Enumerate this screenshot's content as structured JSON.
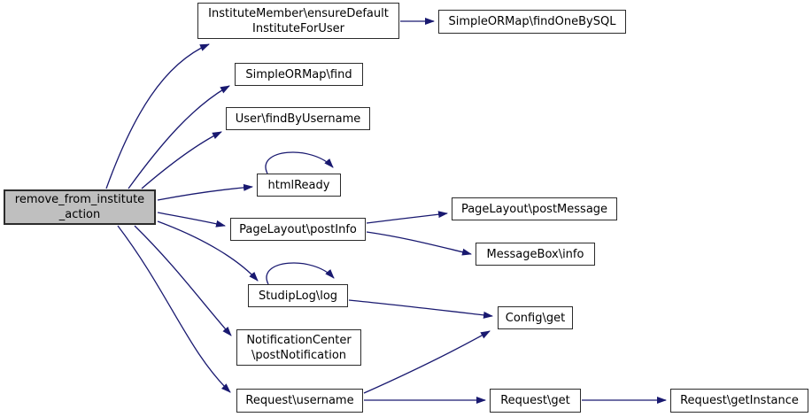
{
  "diagram": {
    "kind": "doxygen-call-graph",
    "edge_color": "#191970",
    "node_border_color": "#2b2b2b",
    "node_fill": "#ffffff",
    "highlight_fill": "#bfbfbf",
    "text_color": "#000000",
    "nodes": [
      {
        "id": "remove_from_institute_action",
        "lines": [
          "remove_from_institute",
          "_action"
        ],
        "highlighted": true
      },
      {
        "id": "ensure_default_institute_for_user",
        "lines": [
          "InstituteMember\\ensureDefault",
          "InstituteForUser"
        ],
        "highlighted": false
      },
      {
        "id": "find_one_by_sql",
        "lines": [
          "SimpleORMap\\findOneBySQL"
        ],
        "highlighted": false
      },
      {
        "id": "simple_ormap_find",
        "lines": [
          "SimpleORMap\\find"
        ],
        "highlighted": false
      },
      {
        "id": "find_by_username",
        "lines": [
          "User\\findByUsername"
        ],
        "highlighted": false
      },
      {
        "id": "html_ready",
        "lines": [
          "htmlReady"
        ],
        "highlighted": false
      },
      {
        "id": "page_layout_post_info",
        "lines": [
          "PageLayout\\postInfo"
        ],
        "highlighted": false
      },
      {
        "id": "page_layout_post_message",
        "lines": [
          "PageLayout\\postMessage"
        ],
        "highlighted": false
      },
      {
        "id": "message_box_info",
        "lines": [
          "MessageBox\\info"
        ],
        "highlighted": false
      },
      {
        "id": "studip_log_log",
        "lines": [
          "StudipLog\\log"
        ],
        "highlighted": false
      },
      {
        "id": "config_get",
        "lines": [
          "Config\\get"
        ],
        "highlighted": false
      },
      {
        "id": "notification_center_post_notification",
        "lines": [
          "NotificationCenter",
          "\\postNotification"
        ],
        "highlighted": false
      },
      {
        "id": "request_username",
        "lines": [
          "Request\\username"
        ],
        "highlighted": false
      },
      {
        "id": "request_get",
        "lines": [
          "Request\\get"
        ],
        "highlighted": false
      },
      {
        "id": "request_get_instance",
        "lines": [
          "Request\\getInstance"
        ],
        "highlighted": false
      }
    ],
    "edges": [
      {
        "from": "remove_from_institute_action",
        "to": "ensure_default_institute_for_user"
      },
      {
        "from": "remove_from_institute_action",
        "to": "simple_ormap_find"
      },
      {
        "from": "remove_from_institute_action",
        "to": "find_by_username"
      },
      {
        "from": "remove_from_institute_action",
        "to": "html_ready"
      },
      {
        "from": "remove_from_institute_action",
        "to": "page_layout_post_info"
      },
      {
        "from": "remove_from_institute_action",
        "to": "studip_log_log"
      },
      {
        "from": "remove_from_institute_action",
        "to": "notification_center_post_notification"
      },
      {
        "from": "remove_from_institute_action",
        "to": "request_username"
      },
      {
        "from": "ensure_default_institute_for_user",
        "to": "find_one_by_sql"
      },
      {
        "from": "html_ready",
        "to": "html_ready"
      },
      {
        "from": "studip_log_log",
        "to": "studip_log_log"
      },
      {
        "from": "page_layout_post_info",
        "to": "page_layout_post_message"
      },
      {
        "from": "page_layout_post_info",
        "to": "message_box_info"
      },
      {
        "from": "studip_log_log",
        "to": "config_get"
      },
      {
        "from": "request_username",
        "to": "config_get"
      },
      {
        "from": "request_username",
        "to": "request_get"
      },
      {
        "from": "request_get",
        "to": "request_get_instance"
      }
    ]
  }
}
